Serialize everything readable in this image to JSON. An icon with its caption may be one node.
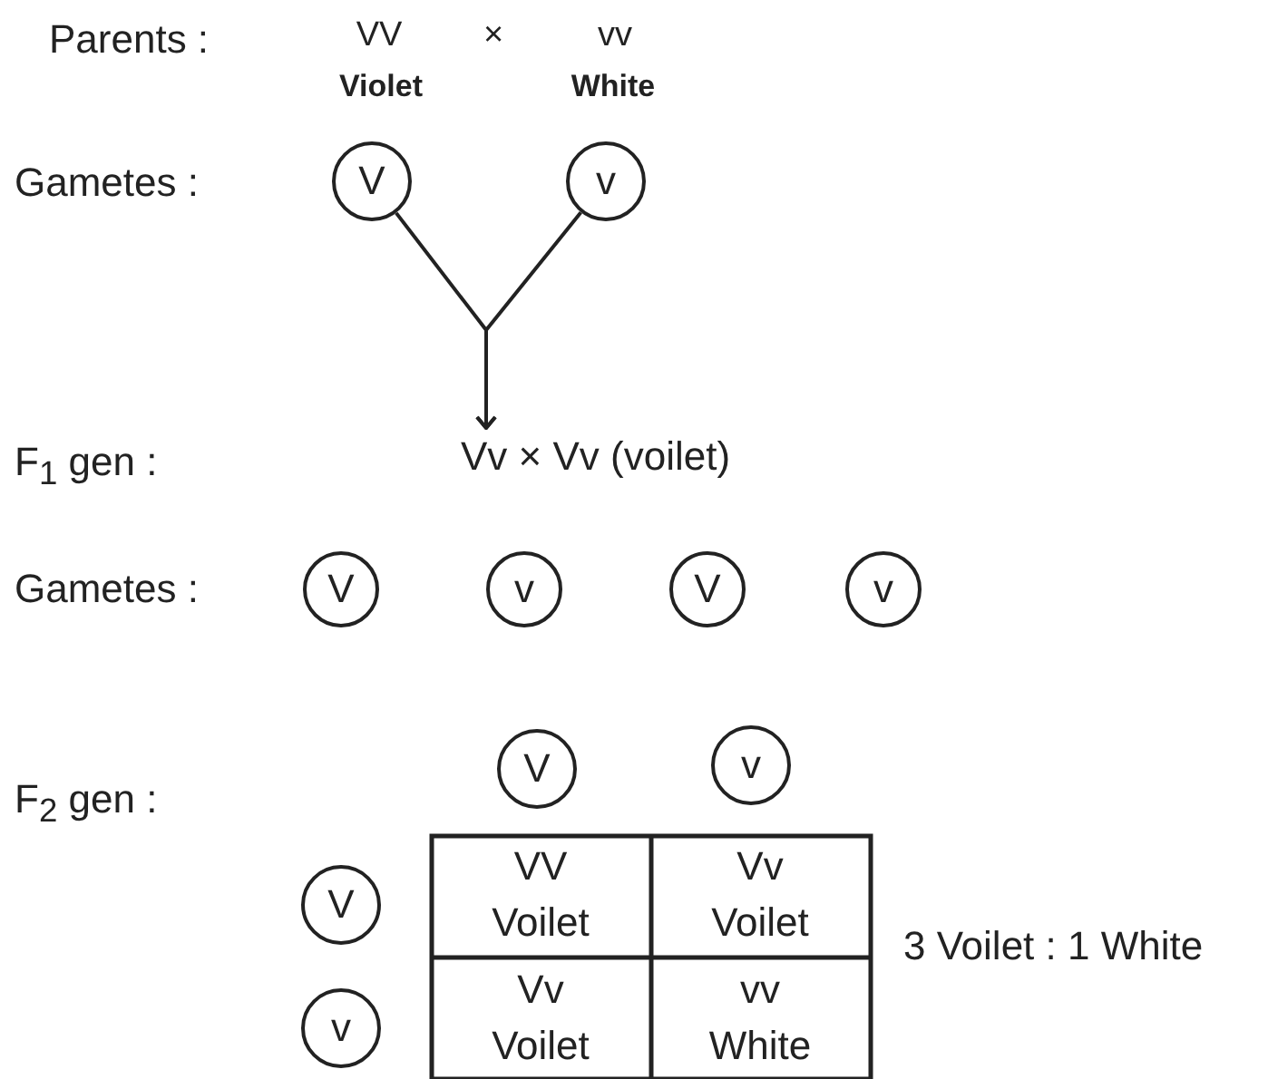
{
  "diagram": {
    "nodes": [
      {
        "text": [
          "V"
        ]
      },
      {
        "text": [
          "v"
        ]
      },
      {
        "text": [
          "Vv × Vv (voilet)"
        ]
      },
      {
        "text": [
          "V"
        ]
      },
      {
        "text": [
          "v"
        ]
      },
      {
        "text": [
          "V"
        ]
      },
      {
        "text": [
          "v"
        ]
      },
      {
        "text": [
          "V"
        ]
      },
      {
        "text": [
          "v"
        ]
      },
      {
        "text": [
          "V"
        ]
      },
      {
        "text": [
          "v"
        ]
      }
    ],
    "edges": [
      {
        "from": 0,
        "to": 2,
        "arrow": "to"
      },
      {
        "from": 1,
        "to": 2,
        "arrow": "to"
      }
    ],
    "labels": [
      "Parents :",
      "VV",
      "×",
      "vv",
      "Violet",
      "White",
      "Gametes :",
      "F$_{1}$ gen :",
      "Gametes :",
      "F$_{2}$ gen :",
      "VV",
      "Vv",
      "Voilet",
      "Voilet",
      "Vv",
      "vv",
      "Voilet",
      "White",
      "3 Voilet : 1 White"
    ]
  }
}
